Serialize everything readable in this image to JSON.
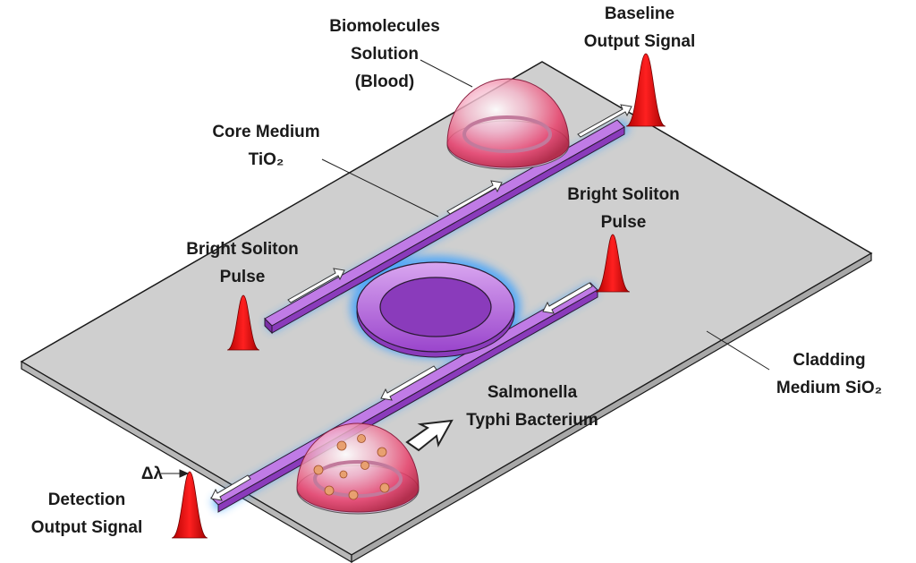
{
  "labels": {
    "biomolecules": [
      "Biomolecules",
      "Solution",
      "(Blood)"
    ],
    "baseline": [
      "Baseline",
      "Output Signal"
    ],
    "core": [
      "Core Medium",
      "TiO₂"
    ],
    "bright_top": [
      "Bright Soliton",
      "Pulse"
    ],
    "bright_left": [
      "Bright Soliton",
      "Pulse"
    ],
    "cladding": [
      "Cladding",
      "Medium SiO₂"
    ],
    "salmonella": [
      "Salmonella",
      "Typhi Bacterium"
    ],
    "delta": "Δλ",
    "detection": [
      "Detection",
      "Output Signal"
    ]
  },
  "colors": {
    "slab": "#cfcfcf",
    "waveguide": "#a64dd9",
    "waveguide_side": "#7a2fa8",
    "glow": "#3aa0ff",
    "pulse": "#e00000",
    "droplet": "#e8406a",
    "arrow": "#ffffff"
  }
}
